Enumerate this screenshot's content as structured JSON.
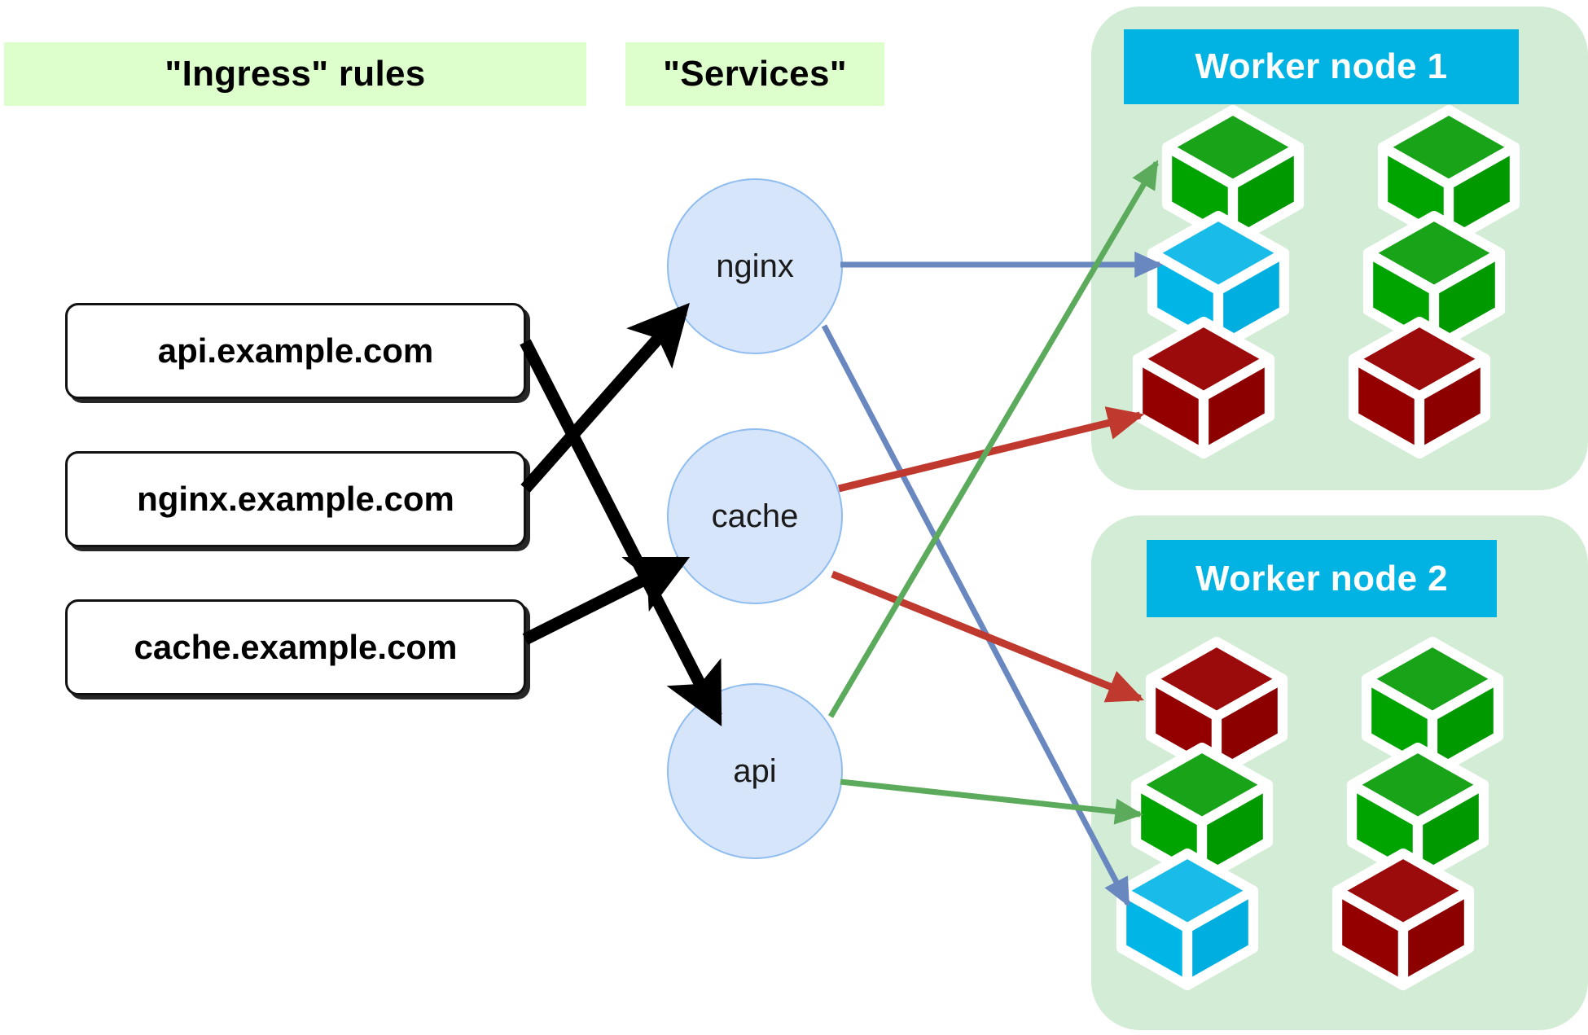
{
  "headers": {
    "ingress": "\"Ingress\" rules",
    "services": "\"Services\""
  },
  "ingress_rules": [
    {
      "host": "api.example.com",
      "target_service": "api"
    },
    {
      "host": "nginx.example.com",
      "target_service": "nginx"
    },
    {
      "host": "cache.example.com",
      "target_service": "cache"
    }
  ],
  "services": [
    {
      "name": "nginx",
      "color": "#6a88c0"
    },
    {
      "name": "cache",
      "color": "#c0392f"
    },
    {
      "name": "api",
      "color": "#5cab5c"
    }
  ],
  "worker_nodes": [
    {
      "label": "Worker node 1",
      "columns": [
        {
          "pods": [
            "green",
            "cyan",
            "darkred"
          ]
        },
        {
          "pods": [
            "green",
            "green",
            "darkred"
          ]
        }
      ]
    },
    {
      "label": "Worker node 2",
      "columns": [
        {
          "pods": [
            "darkred",
            "green",
            "cyan"
          ]
        },
        {
          "pods": [
            "green",
            "green",
            "darkred"
          ]
        }
      ]
    }
  ],
  "pod_colors": {
    "green": {
      "top": "#19a319",
      "left": "#00a400",
      "right": "#009a00"
    },
    "cyan": {
      "top": "#19bbe8",
      "left": "#00b6e6",
      "right": "#00aee0"
    },
    "darkred": {
      "top": "#9c0b0b",
      "left": "#940000",
      "right": "#8d0000"
    }
  },
  "colors": {
    "header_green": "#ddffcc",
    "panel_green": "#d2ecd5",
    "node_label_cyan": "#00b3e3",
    "service_fill": "#d6e5fa",
    "service_stroke": "#8fbdf0",
    "ingress_arrow": "#000000",
    "nginx_arrow": "#6a88c0",
    "cache_arrow": "#c0392f",
    "api_arrow": "#5cab5c"
  },
  "service_routes": [
    {
      "service": "nginx",
      "color": "#6a88c0",
      "to_node": 1,
      "to_pod": "cyan"
    },
    {
      "service": "nginx",
      "color": "#6a88c0",
      "to_node": 2,
      "to_pod": "cyan"
    },
    {
      "service": "cache",
      "color": "#c0392f",
      "to_node": 1,
      "to_pod": "darkred"
    },
    {
      "service": "cache",
      "color": "#c0392f",
      "to_node": 2,
      "to_pod": "darkred"
    },
    {
      "service": "api",
      "color": "#5cab5c",
      "to_node": 1,
      "to_pod": "green"
    },
    {
      "service": "api",
      "color": "#5cab5c",
      "to_node": 2,
      "to_pod": "green"
    }
  ]
}
